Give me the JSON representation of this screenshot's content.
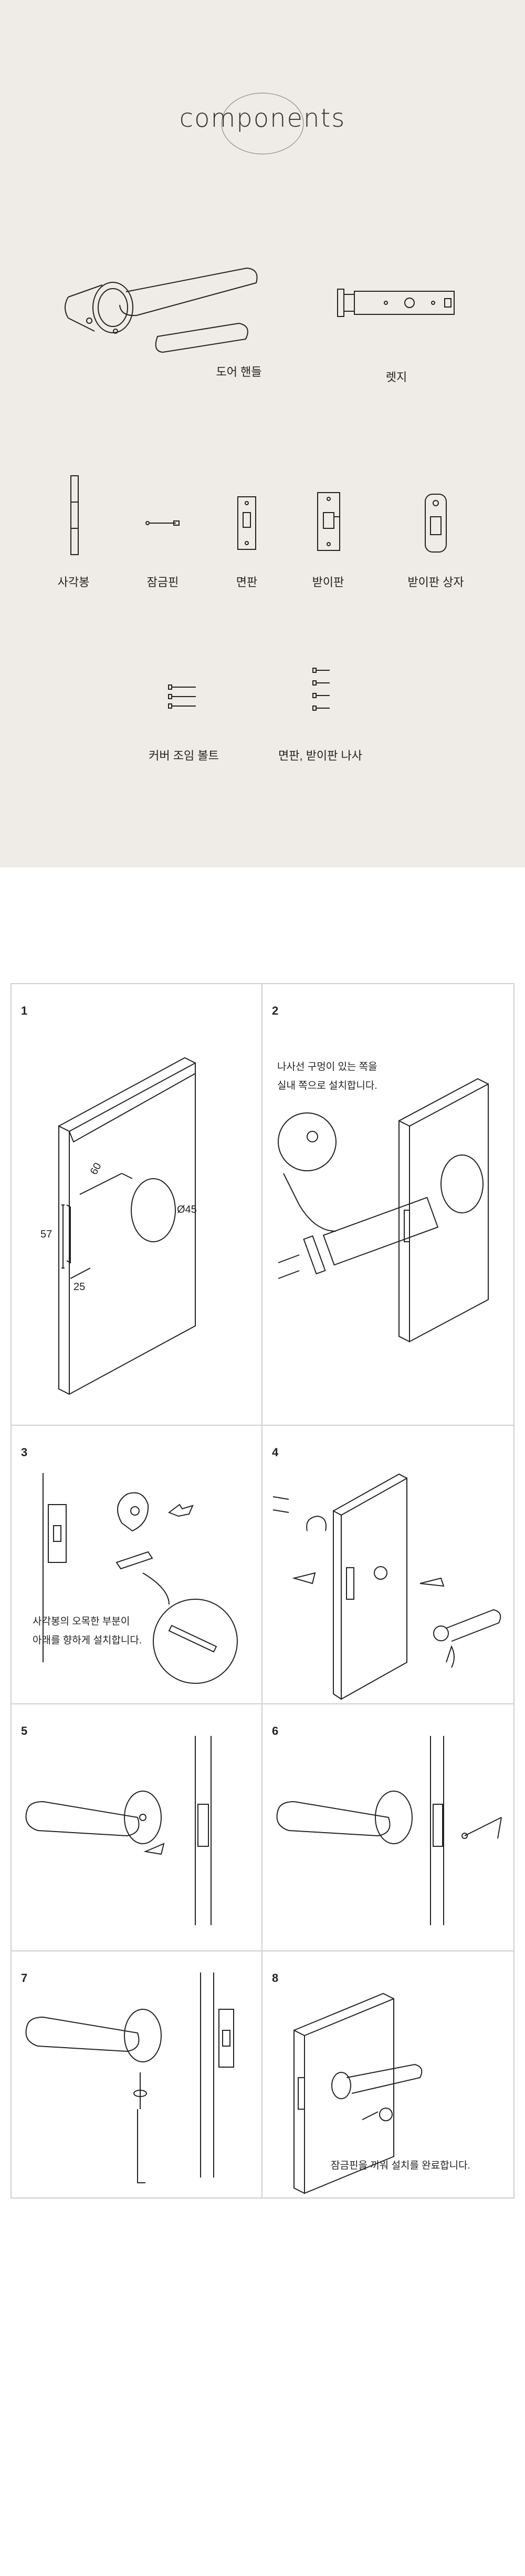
{
  "components": {
    "title": "components",
    "parts": {
      "door_handle": "도어 핸들",
      "latch": "렛지",
      "square_bar": "사각봉",
      "lock_pin": "잠금핀",
      "face_plate": "면판",
      "strike_plate": "받이판",
      "strike_box": "받이판 상자",
      "cover_bolts": "커버 조임 볼트",
      "screws": "면판, 받이판 나사"
    }
  },
  "steps": [
    {
      "num": "1",
      "dims": {
        "a": "60",
        "b": "Ø45",
        "c": "57",
        "d": "25"
      }
    },
    {
      "num": "2",
      "note_lines": [
        "나사선 구멍이 있는 쪽을",
        "실내 쪽으로 설치합니다."
      ]
    },
    {
      "num": "3",
      "note_lines": [
        "사각봉의 오목한 부분이",
        "아래를 향하게 설치합니다."
      ]
    },
    {
      "num": "4"
    },
    {
      "num": "5"
    },
    {
      "num": "6"
    },
    {
      "num": "7"
    },
    {
      "num": "8",
      "note_lines": [
        "잠금핀을 끼워 설치를 완료합니다."
      ]
    }
  ],
  "colors": {
    "components_bg": "#efebe6",
    "line": "#222222",
    "divider": "#cfcfcf"
  }
}
